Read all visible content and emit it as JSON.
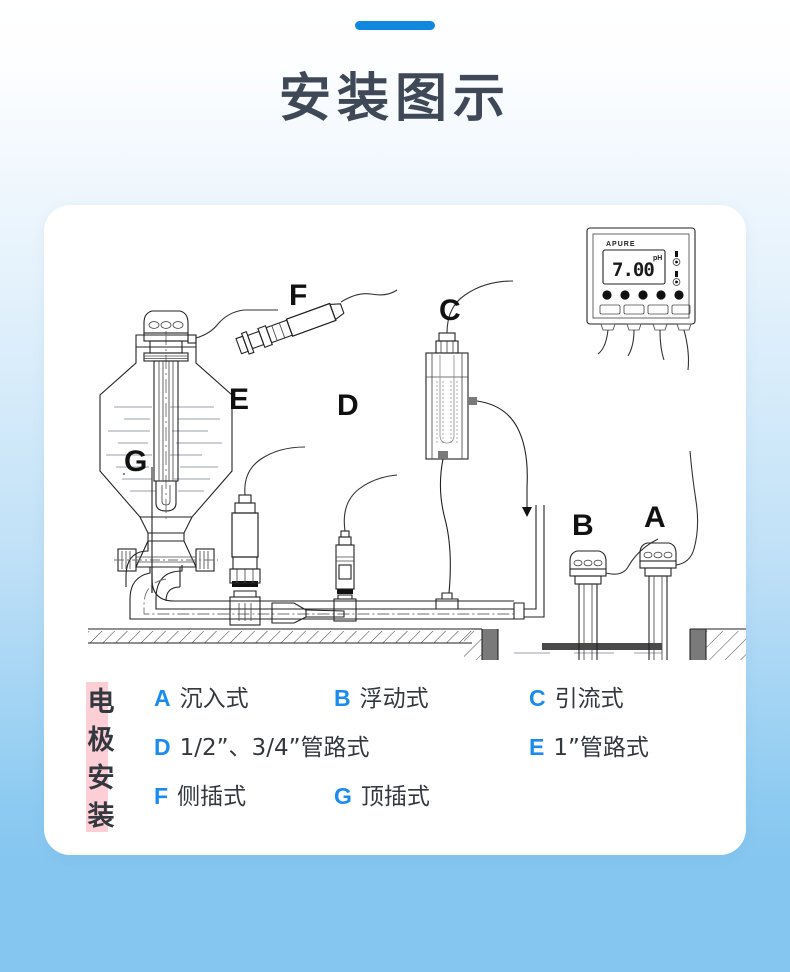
{
  "header": {
    "accent_color": "#1188e0",
    "title": "安装图示"
  },
  "card": {
    "background": "#ffffff"
  },
  "diagram": {
    "labels": {
      "a": "A",
      "b": "B",
      "c": "C",
      "d": "D",
      "e": "E",
      "f": "F",
      "g": "G"
    },
    "controller": {
      "brand": "APURE",
      "reading": "7.00",
      "unit": "pH"
    }
  },
  "legend": {
    "vertical_label": "电极安装",
    "vertical_chars": [
      "电",
      "极",
      "安",
      "装"
    ],
    "highlight_color": "#fbcfd5",
    "key_color": "#1a8cf0",
    "rows": [
      [
        {
          "key": "A",
          "text": "沉入式"
        },
        {
          "key": "B",
          "text": "浮动式"
        },
        {
          "key": "C",
          "text": "引流式"
        }
      ],
      [
        {
          "key": "D",
          "text": "1/2”、3/4”管路式"
        },
        {
          "key": "E",
          "text": "1”管路式"
        }
      ],
      [
        {
          "key": "F",
          "text": "侧插式"
        },
        {
          "key": "G",
          "text": "顶插式"
        }
      ]
    ]
  }
}
